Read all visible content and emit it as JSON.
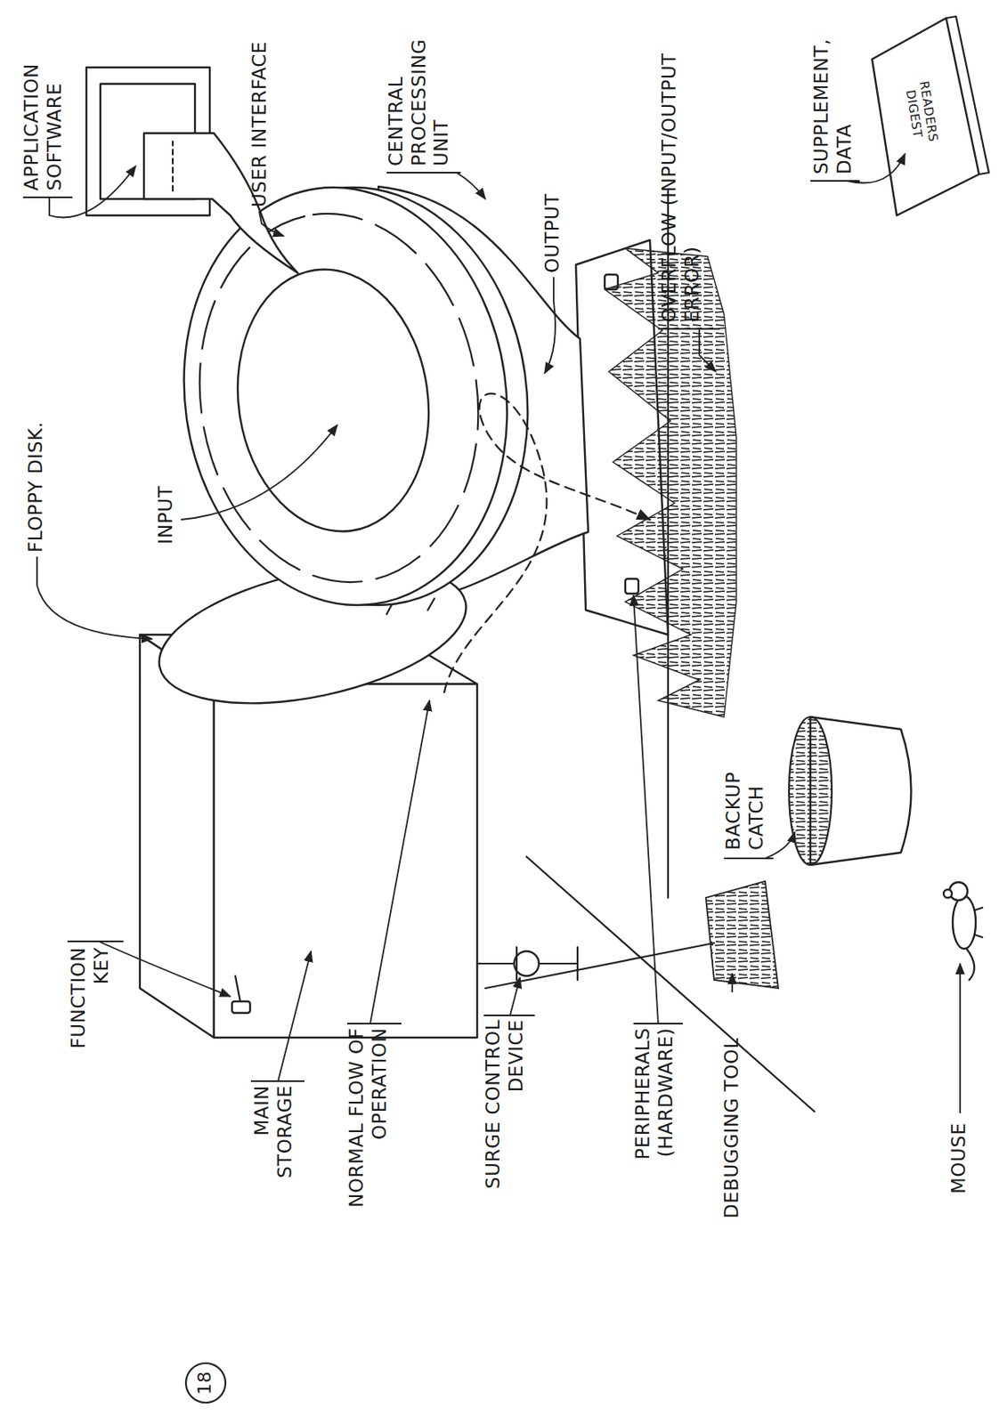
{
  "diagram": {
    "labels": [
      "FLOPPY DISK.",
      "APPLICATION SOFTWARE",
      "USER INTERFACE",
      "INPUT",
      "CENTRAL PROCESSING UNIT",
      "OUTPUT",
      "OVERFLOW (INPUT/OUTPUT ERROR)",
      "SUPPLEMENT, DATA",
      "READERS DIGEST",
      "FUNCTION KEY",
      "MAIN STORAGE",
      "NORMAL FLOW OF OPERATION",
      "SURGE CONTROL DEVICE",
      "PERIPHERALS (HARDWARE)",
      "DEBUGGING TOOL",
      "BACKUP CATCH",
      "MOUSE",
      "18"
    ]
  }
}
